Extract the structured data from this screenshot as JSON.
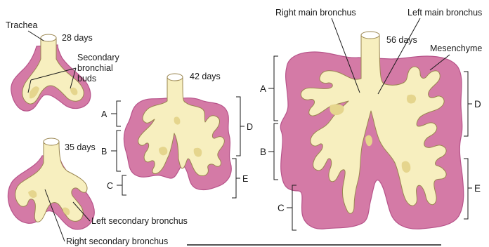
{
  "stages": {
    "d28": {
      "age": "28 days",
      "trachea": "Trachea",
      "buds_line1": "Secondary",
      "buds_line2": "bronchial",
      "buds_line3": "buds"
    },
    "d35": {
      "age": "35 days",
      "left_secondary": "Left secondary bronchus",
      "right_secondary": "Right secondary bronchus"
    },
    "d42": {
      "age": "42 days",
      "lobe_a": "A",
      "lobe_b": "B",
      "lobe_c": "C",
      "lobe_d": "D",
      "lobe_e": "E"
    },
    "d56": {
      "age": "56 days",
      "right_main": "Right main bronchus",
      "left_main": "Left main bronchus",
      "mesenchyme": "Mesenchyme",
      "lobe_a": "A",
      "lobe_b": "B",
      "lobe_c": "C",
      "lobe_d": "D",
      "lobe_e": "E"
    }
  },
  "colors": {
    "mesenchyme": "#d47aa6",
    "epithelium": "#f7efbf",
    "outline": "#9a8650"
  }
}
